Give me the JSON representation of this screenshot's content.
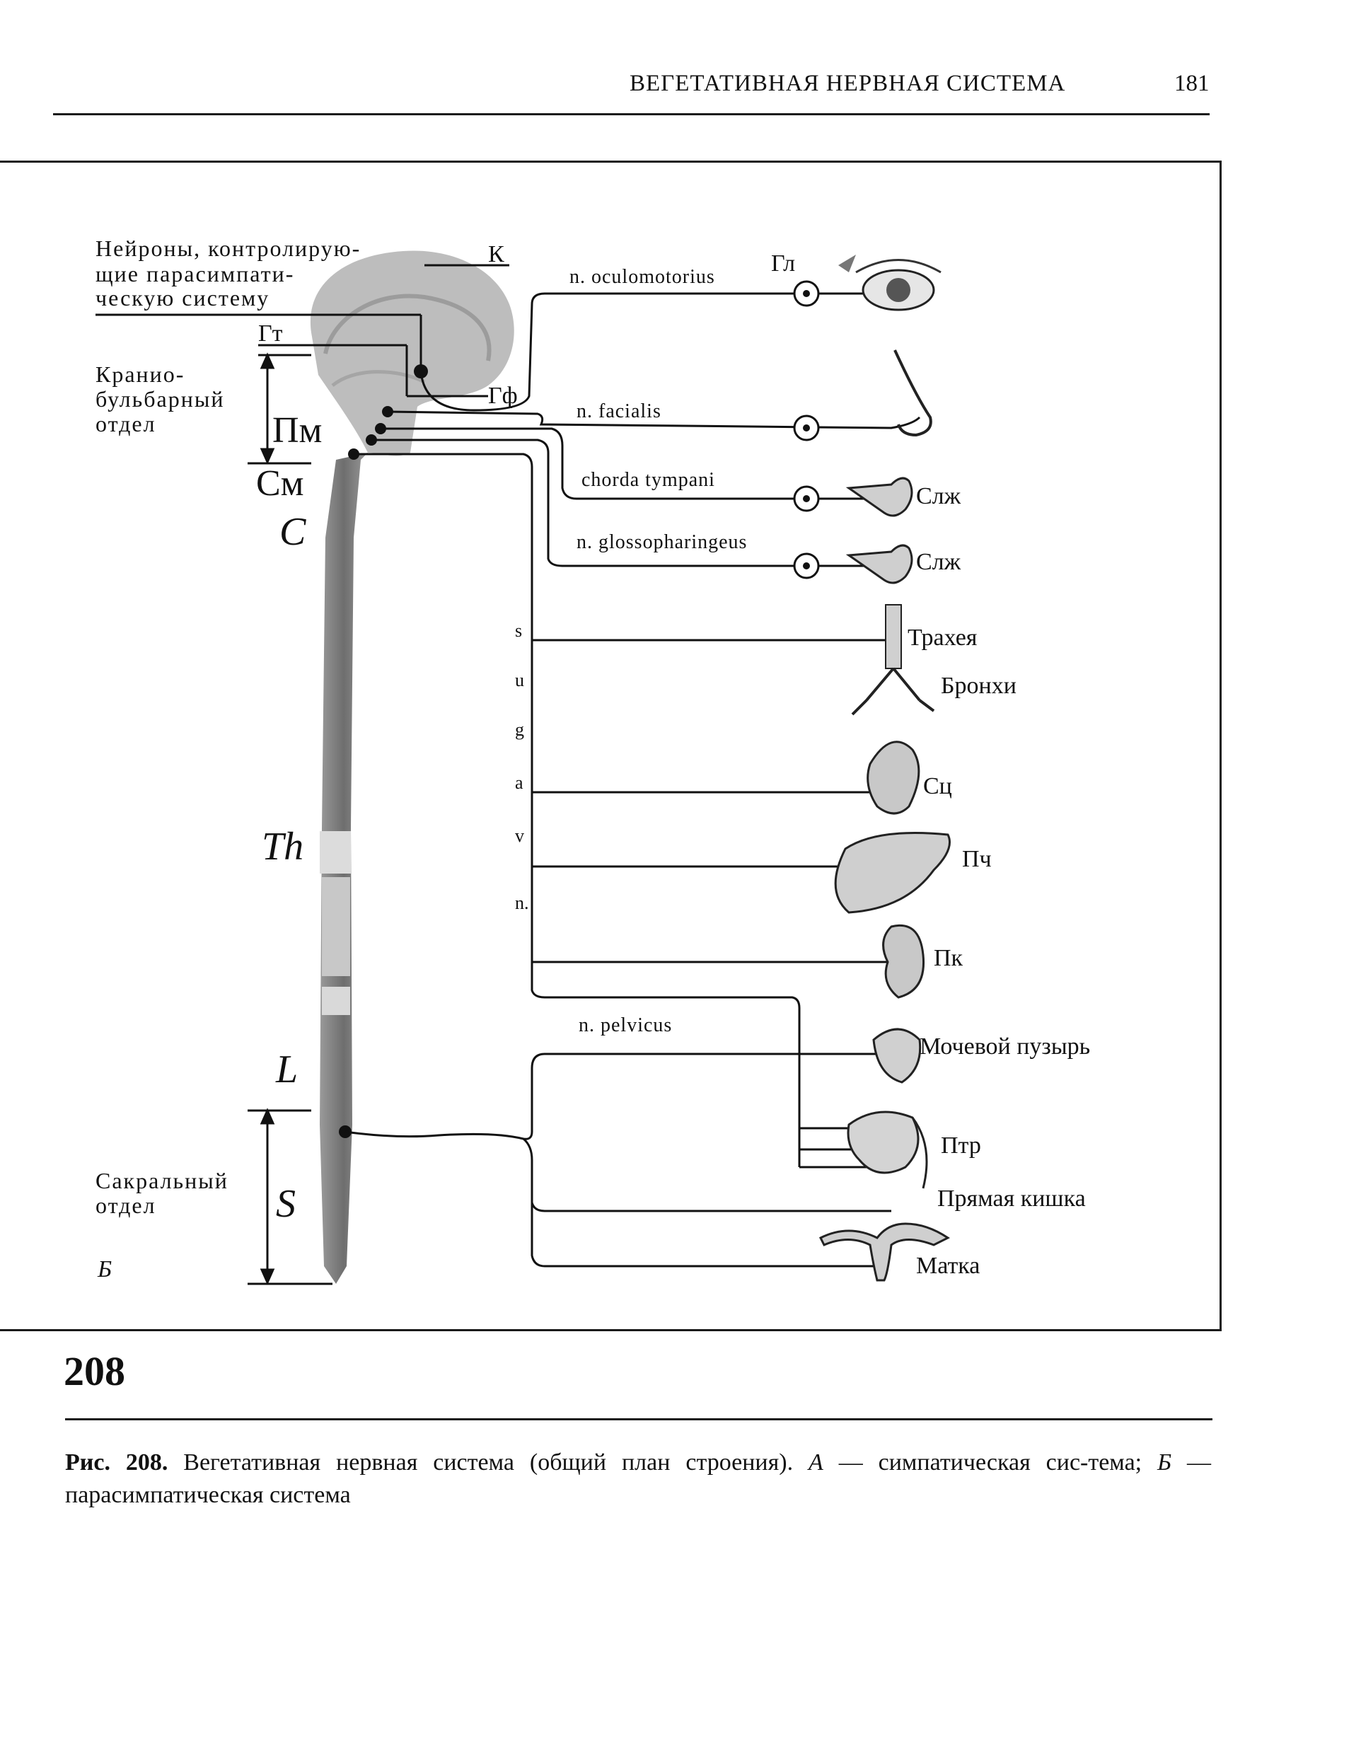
{
  "header": {
    "running_title": "ВЕГЕТАТИВНАЯ НЕРВНАЯ СИСТЕМА",
    "page_number": "181"
  },
  "diagram": {
    "neurons_label": [
      "Нейроны, контролирую-",
      "щие парасимпати-",
      "ческую систему"
    ],
    "brain_labels": {
      "k": "К",
      "gt": "Гт",
      "gf": "Гф",
      "pm": "Пм",
      "sm": "См"
    },
    "section_labels": {
      "cranio": [
        "Кранио-",
        "бульбарный",
        "отдел"
      ],
      "sacral": [
        "Сакральный",
        "отдел"
      ],
      "panel": "Б"
    },
    "spinal_labels": {
      "c": "C",
      "th": "Th",
      "l": "L",
      "s": "S"
    },
    "nerves": {
      "oculomotorius": "n. oculomotorius",
      "facialis": "n. facialis",
      "chorda": "chorda tympani",
      "glosso": "n. glossopharingeus",
      "vagus": [
        "n.",
        "v",
        "a",
        "g",
        "u",
        "s"
      ],
      "pelvicus": "n. pelvicus"
    },
    "organs": {
      "gl": "Гл",
      "slzh1": "Слж",
      "slzh2": "Слж",
      "trachea": "Трахея",
      "bronchi": "Бронхи",
      "heart": "Сц",
      "liver": "Пч",
      "kidney": "Пк",
      "bladder": "Мочевой пузырь",
      "intestine": "Птр",
      "rectum": "Прямая кишка",
      "uterus": "Матка"
    }
  },
  "figure_number": "208",
  "caption": {
    "label": "Рис. 208.",
    "text_1": " Вегетативная нервная система (общий план строения). ",
    "a": "А",
    "text_2": " — симпатическая сис-тема; ",
    "b": "Б",
    "text_3": " — парасимпатическая система"
  }
}
